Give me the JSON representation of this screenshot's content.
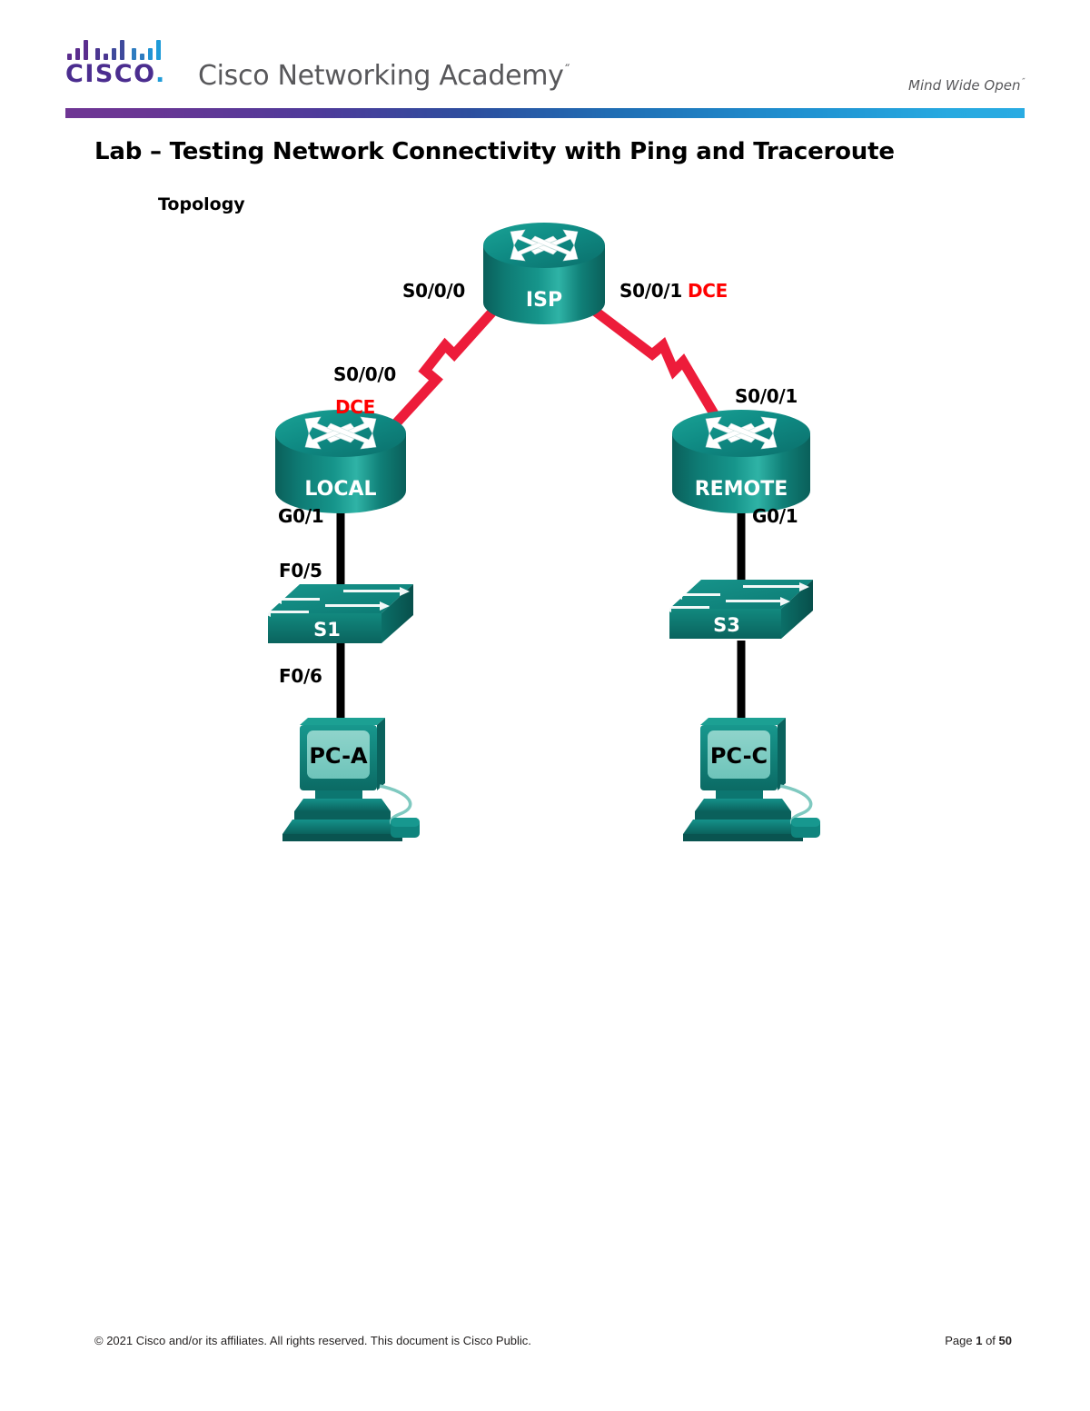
{
  "header": {
    "logo_word": "CISCO",
    "logo_dot": ".",
    "brand": "Cisco Networking Academy",
    "brand_mark": "˝",
    "tagline": "Mind Wide Open",
    "tagline_mark": "˝",
    "gradient_from": "#6f3694",
    "gradient_mid": "#2d4e9e",
    "gradient_to": "#29abe2"
  },
  "document": {
    "title": "Lab – Testing Network Connectivity with Ping and Traceroute",
    "section_title": "Topology"
  },
  "topology": {
    "accent_device_color": "#0f8b84",
    "accent_device_dark": "#0a5f5a",
    "serial_link_color": "#ed1c3a",
    "lan_link_color": "#000000",
    "dce_color": "#ff0000",
    "devices": [
      {
        "id": "isp",
        "label": "ISP",
        "type": "router"
      },
      {
        "id": "local",
        "label": "LOCAL",
        "type": "router"
      },
      {
        "id": "remote",
        "label": "REMOTE",
        "type": "router"
      },
      {
        "id": "s1",
        "label": "S1",
        "type": "switch"
      },
      {
        "id": "s3",
        "label": "S3",
        "type": "switch"
      },
      {
        "id": "pca",
        "label": "PC-A",
        "type": "pc"
      },
      {
        "id": "pcc",
        "label": "PC-C",
        "type": "pc"
      }
    ],
    "interface_labels": [
      {
        "id": "isp-s000",
        "text": "S0/0/0",
        "dce": false
      },
      {
        "id": "isp-s001",
        "text": "S0/0/1",
        "dce": false
      },
      {
        "id": "isp-s001-dce",
        "text": "DCE",
        "dce": true
      },
      {
        "id": "local-s000",
        "text": "S0/0/0",
        "dce": false
      },
      {
        "id": "local-dce",
        "text": "DCE",
        "dce": true
      },
      {
        "id": "remote-s001",
        "text": "S0/0/1",
        "dce": false
      },
      {
        "id": "local-g01",
        "text": "G0/1",
        "dce": false
      },
      {
        "id": "remote-g01",
        "text": "G0/1",
        "dce": false
      },
      {
        "id": "s1-f05",
        "text": "F0/5",
        "dce": false
      },
      {
        "id": "s1-f06",
        "text": "F0/6",
        "dce": false
      }
    ]
  },
  "footer": {
    "copyright": "© 2021 Cisco and/or its affiliates. All rights reserved. This document is Cisco Public.",
    "page_prefix": "Page ",
    "page_current": "1",
    "page_middle": " of ",
    "page_total": "50"
  }
}
